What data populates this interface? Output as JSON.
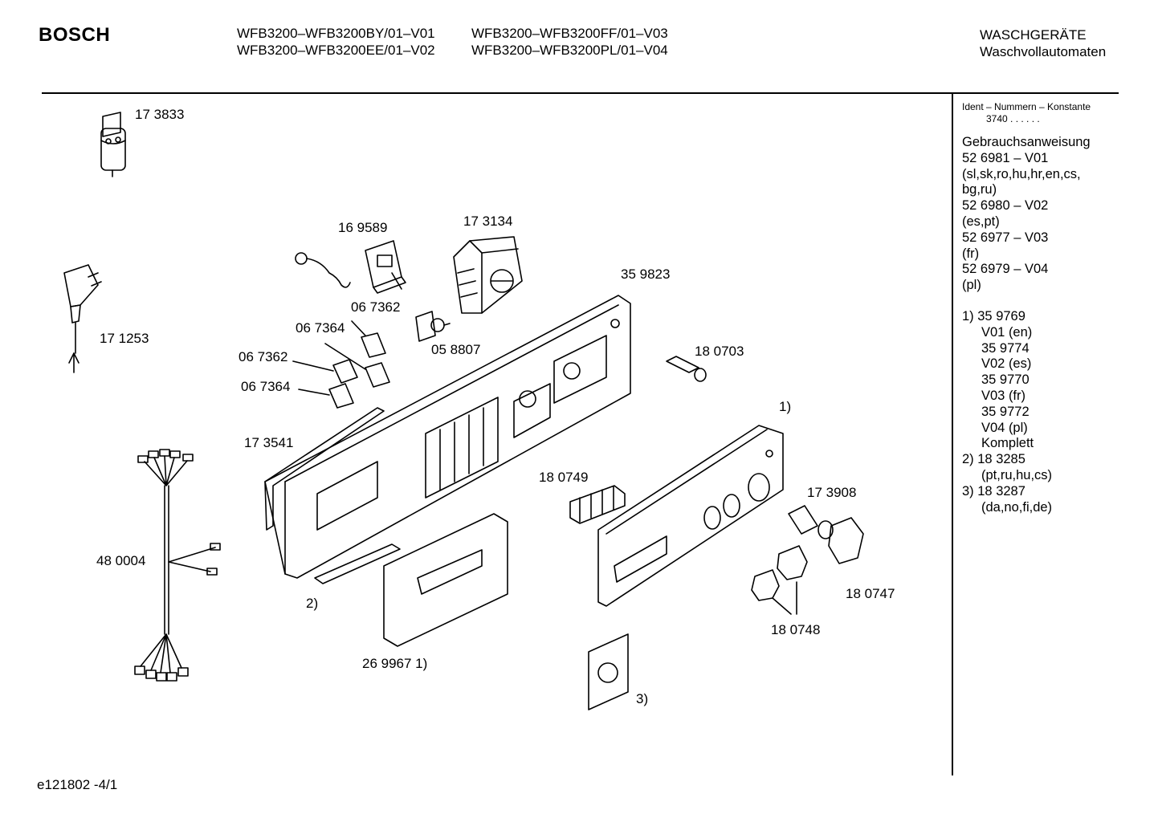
{
  "header": {
    "brand": "BOSCH",
    "models": [
      [
        "WFB3200–WFB3200BY/01–V01",
        "WFB3200–WFB3200FF/01–V03"
      ],
      [
        "WFB3200–WFB3200EE/01–V02",
        "WFB3200–WFB3200PL/01–V04"
      ]
    ],
    "category": "WASCHGERÄTE",
    "subcategory": "Waschvollautomaten"
  },
  "sidebar": {
    "ident_title": "Ident – Nummern – Konstante",
    "ident_value": "3740 . . . . . .",
    "manual_title": "Gebrauchsanweisung",
    "manual_lines": [
      "52 6981 – V01",
      "(sl,sk,ro,hu,hr,en,cs,",
      "bg,ru)",
      "52 6980 – V02",
      "(es,pt)",
      "52 6977 – V03",
      "(fr)",
      "52 6979 – V04",
      "(pl)"
    ],
    "notes": [
      "1) 35 9769",
      "V01 (en)",
      "35 9774",
      "V02 (es)",
      "35 9770",
      "V03 (fr)",
      "35 9772",
      "V04 (pl)",
      "Komplett",
      "2) 18 3285",
      "(pt,ru,hu,cs)",
      "3) 18 3287",
      "(da,no,fi,de)"
    ]
  },
  "parts": {
    "p173833": "17 3833",
    "p171253": "17 1253",
    "p169589": "16 9589",
    "p173134": "17 3134",
    "p359823": "35 9823",
    "p067362a": "06 7362",
    "p067364a": "06 7364",
    "p067362b": "06 7362",
    "p067364b": "06 7364",
    "p058807": "05 8807",
    "p180703": "18 0703",
    "p173541": "17 3541",
    "p480004": "48 0004",
    "p180749": "18 0749",
    "p173908": "17 3908",
    "p180747": "18 0747",
    "p180748": "18 0748",
    "p269967": "26 9967 1)",
    "n1": "1)",
    "n2": "2)",
    "n3": "3)"
  },
  "footer": {
    "doc_id": "e121802  -4/1"
  }
}
